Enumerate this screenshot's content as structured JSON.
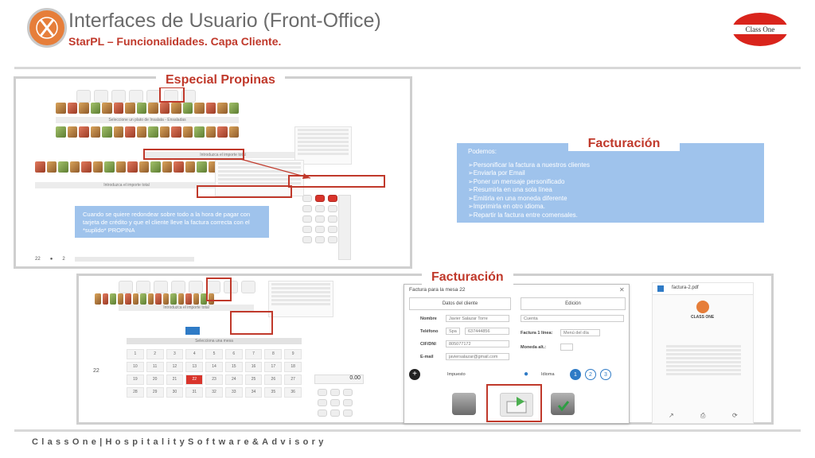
{
  "header": {
    "title": "Interfaces de Usuario (Front-Office)",
    "subtitle": "StarPL – Funcionalidades. Capa Cliente.",
    "brand": "Class One"
  },
  "panel_propinas": {
    "title": "Especial Propinas",
    "bar1": "Seleccione un plato de Insalata - Ensaladas",
    "bar2": "Introduzca el importe total",
    "bar3": "Introduzca el importe total",
    "note": "Cuando se quiere redondear sobre todo a la hora de pagar con tarjeta de crédito y que el cliente lleve la factura correcta con el *suplido* PROPINA",
    "bottom_count": "22",
    "bottom_value": "2"
  },
  "panel_facturacion_info": {
    "title": "Facturación",
    "intro": "Podemos:",
    "items": [
      "Personificar la factura a nuestros clientes",
      "Enviarla por Email",
      "Poner un mensaje personificado",
      "Resumirla en una sola línea",
      "Emitirla en una moneda diferente",
      "Imprimirla en otro idioma.",
      "Repartir la factura entre comensales."
    ]
  },
  "panel_facturacion_screens": {
    "title": "Facturación",
    "bar": "Introduzca el importe total",
    "bar2": "Selecciona una mesa",
    "count": "22",
    "display": "0.00",
    "calendar": [
      "1",
      "2",
      "3",
      "4",
      "5",
      "6",
      "7",
      "8",
      "9",
      "10",
      "11",
      "12",
      "13",
      "14",
      "15",
      "16",
      "17",
      "18",
      "19",
      "20",
      "21",
      "22",
      "23",
      "24",
      "25",
      "26",
      "27",
      "28",
      "29",
      "30",
      "31",
      "32",
      "33",
      "34",
      "35",
      "36"
    ],
    "dialog": {
      "title": "Factura para la mesa 22",
      "tab1": "Datos del cliente",
      "tab2": "Edición",
      "name_label": "Nombre",
      "name_value": "Javier Salazar Torre",
      "phone_label": "Teléfono",
      "phone_prefix": "Spa",
      "phone_value": "637444856",
      "cif_label": "CIF/DNI",
      "cif_value": "805077172",
      "email_label": "E-mail",
      "email_value": "javiersalazar@gmail.com",
      "comment_placeholder": "Cuenta",
      "line_label": "Factura 1 línea:",
      "line_value": "Menú del día",
      "currency_label": "Moneda alt.:",
      "add_label": "Impuesto",
      "lang_label": "Idioma",
      "pages": [
        "1",
        "2",
        "3"
      ]
    },
    "pdf": {
      "filename": "factura-2.pdf",
      "company": "CLASS ONE"
    }
  },
  "footer": "ClassOne|HospitalitySoftware&Advisory"
}
